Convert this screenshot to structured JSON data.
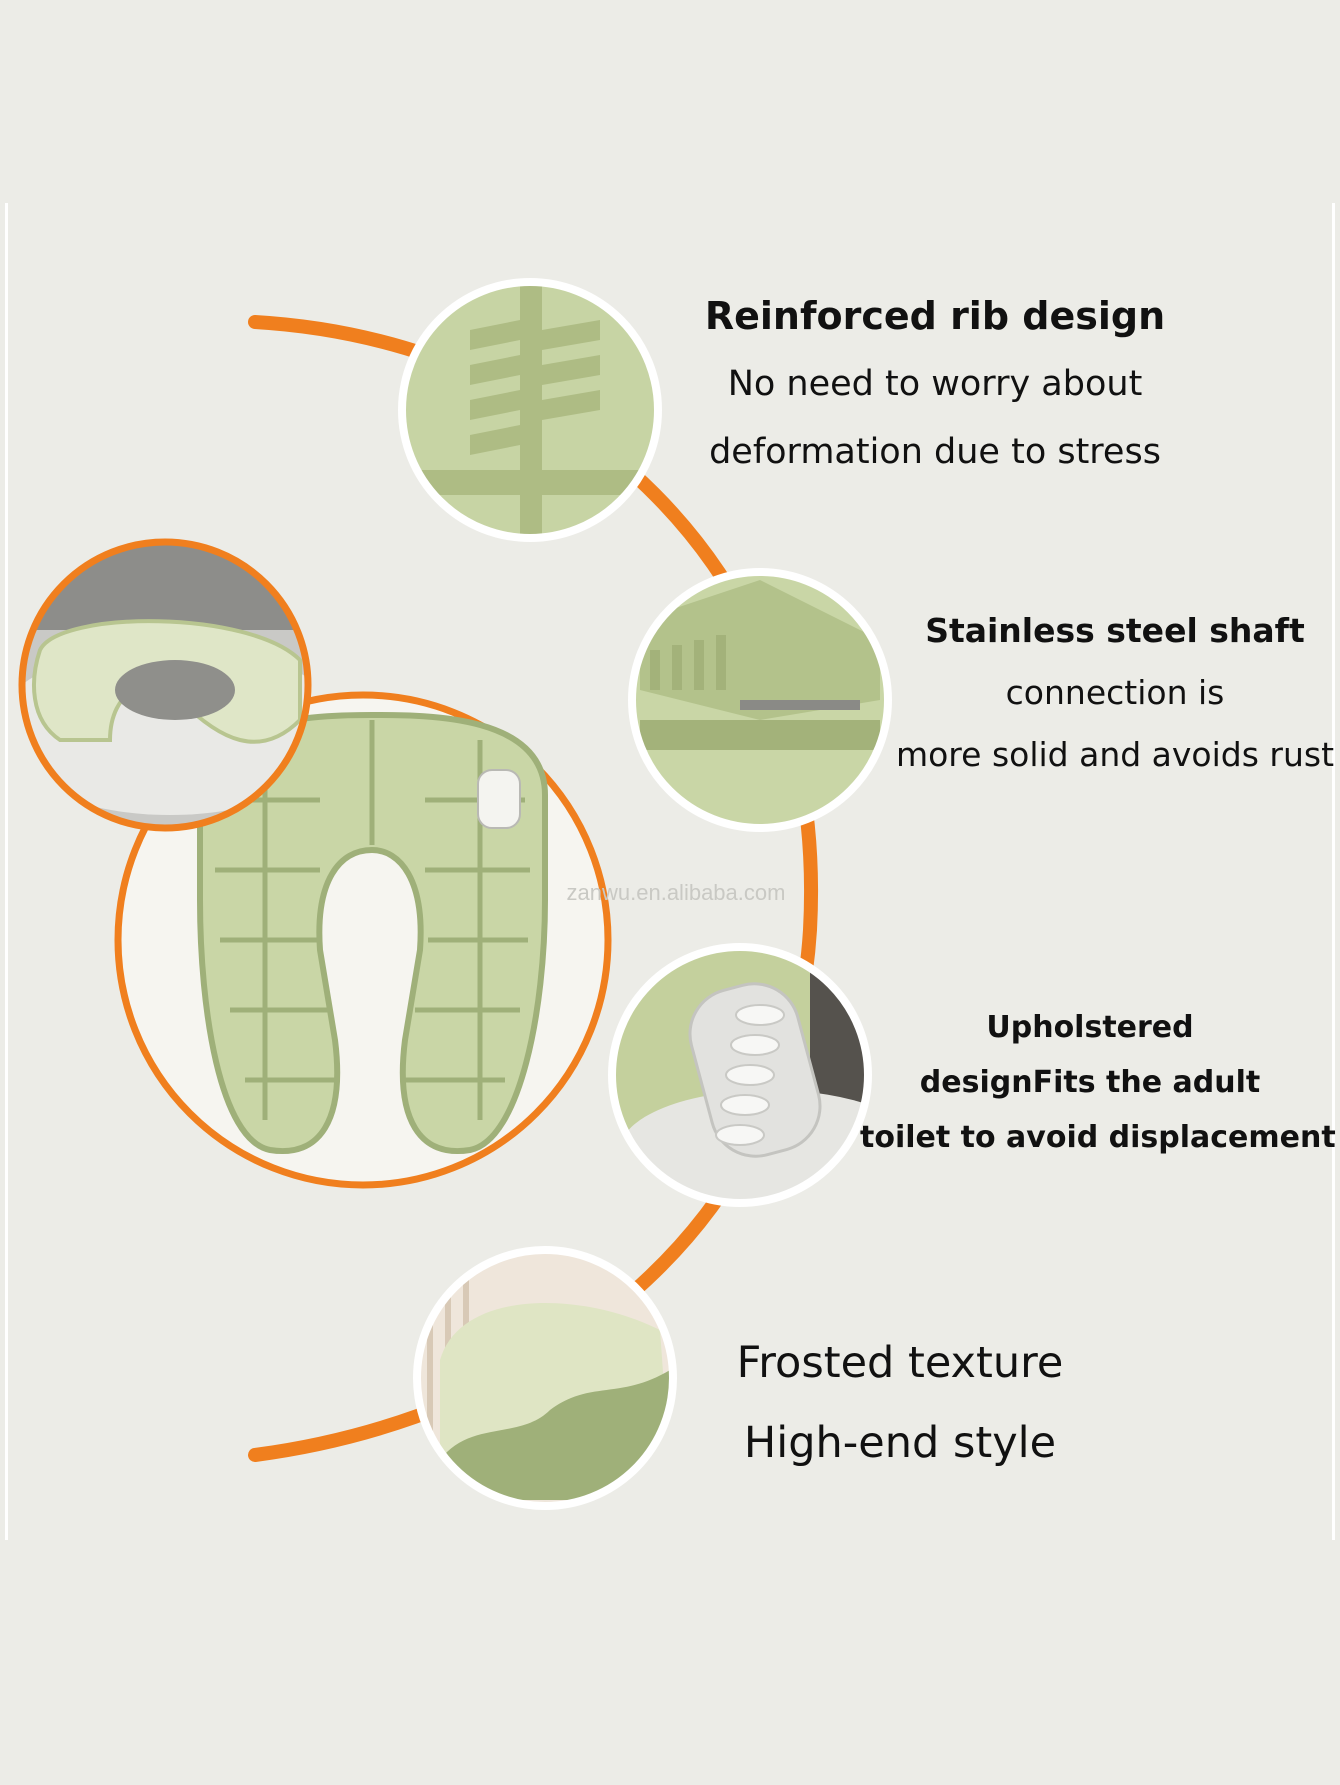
{
  "features": [
    {
      "title": "Reinforced rib design",
      "lines": [
        "No need to worry about",
        "deformation due to stress"
      ]
    },
    {
      "title": "Stainless steel shaft",
      "lines": [
        "connection is",
        "more solid and avoids rust"
      ]
    },
    {
      "title": "Upholstered",
      "lines": [
        "designFits the adult",
        "toilet to avoid displacement"
      ]
    },
    {
      "title": "Frosted texture",
      "lines": [
        "High-end style"
      ]
    }
  ],
  "watermark": "zanwu.en.alibaba.com",
  "colors": {
    "background": "#ecece7",
    "accent_orange": "#f07f1e",
    "product_green": "#c9d6a6",
    "product_green_dark": "#9fb079"
  }
}
